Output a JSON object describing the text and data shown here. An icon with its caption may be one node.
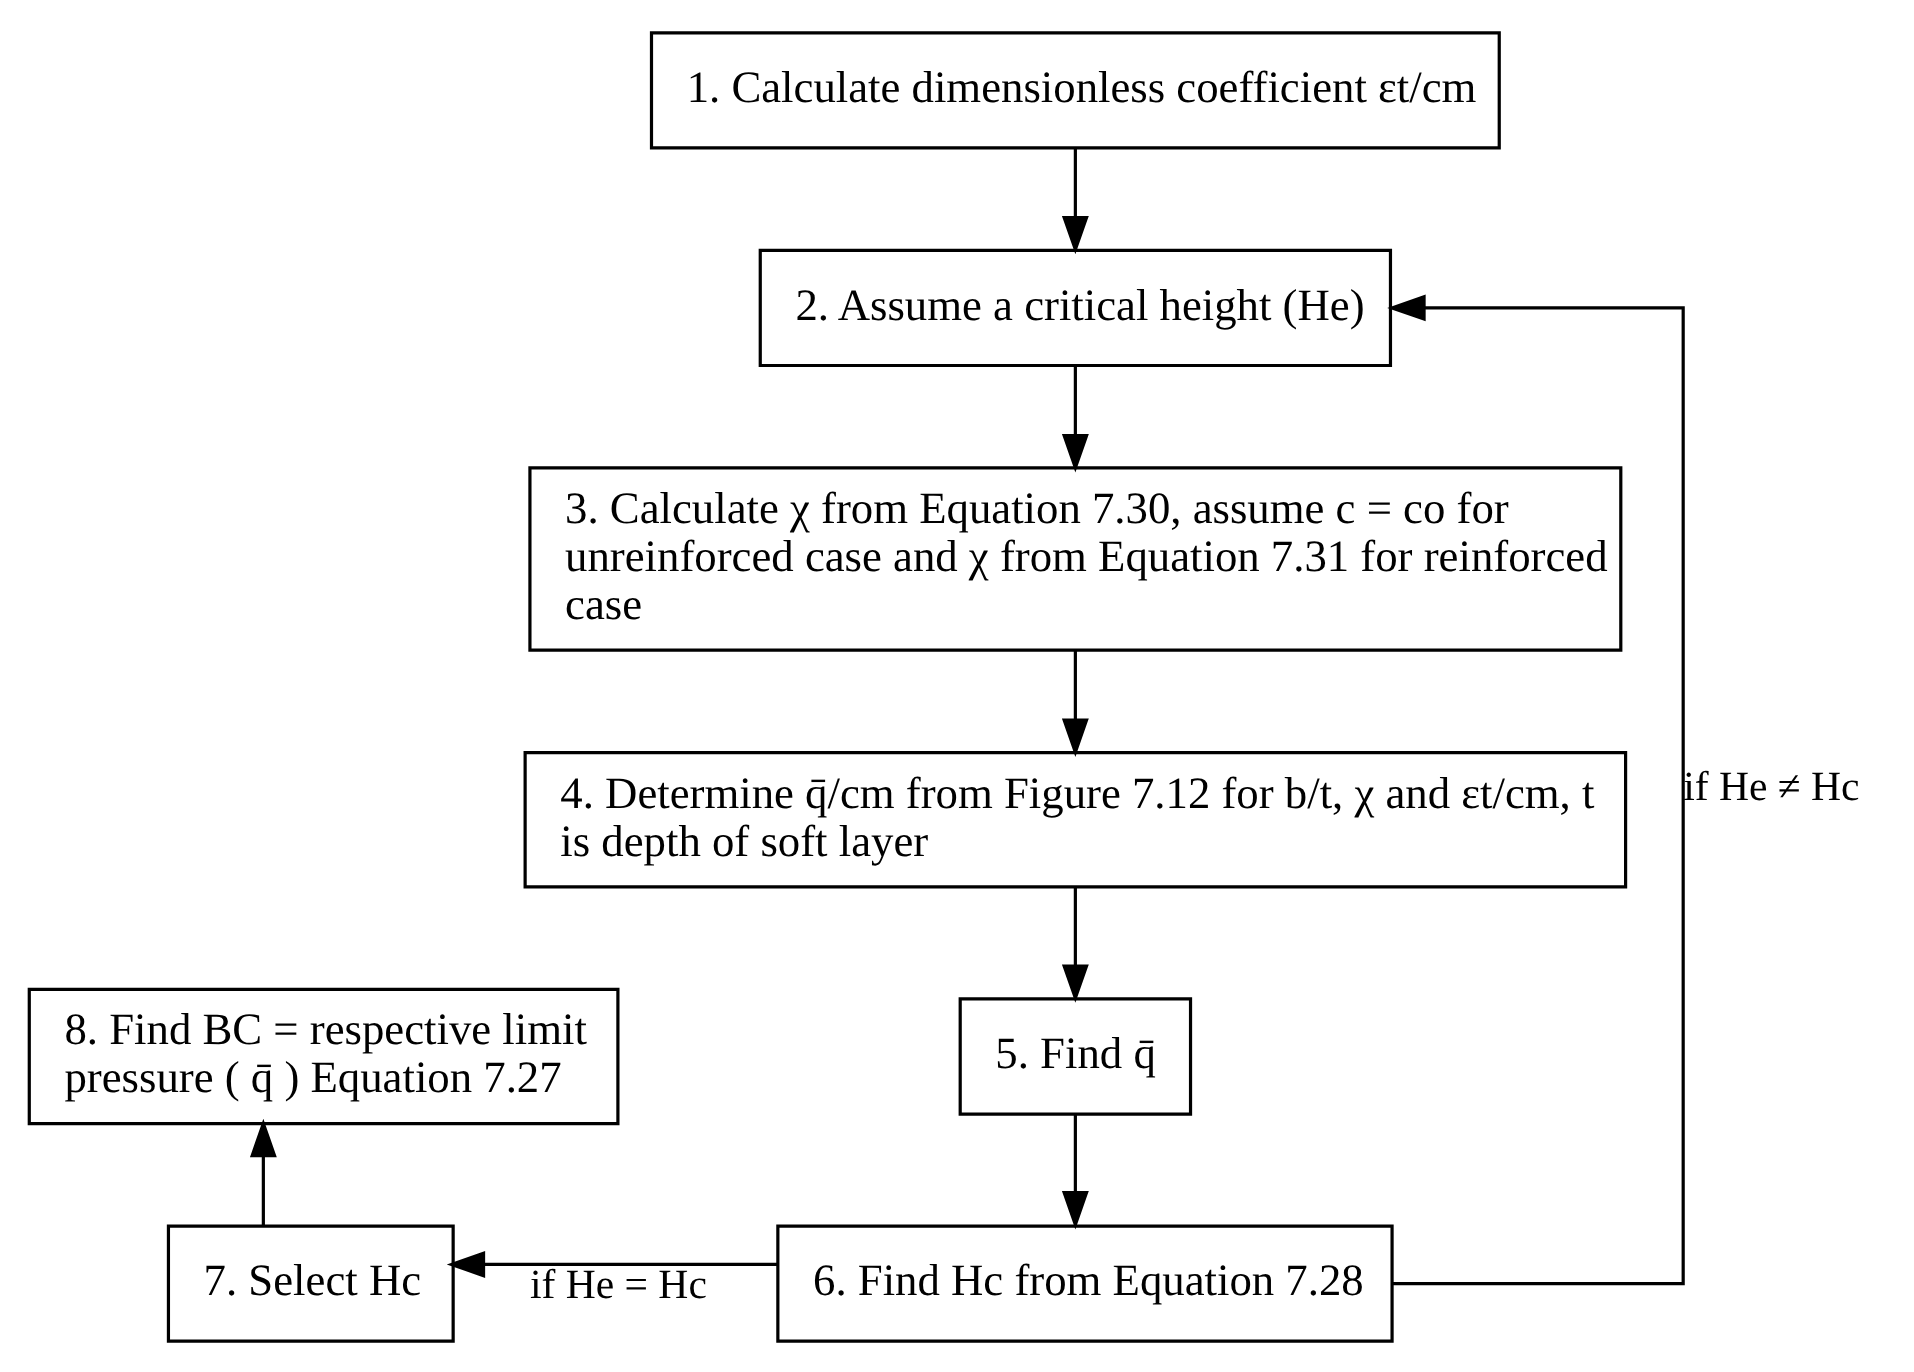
{
  "diagram": {
    "nodes": [
      {
        "text": [
          "1. Calculate dimensionless coefficient εt/cm"
        ]
      },
      {
        "text": [
          "2. Assume a critical height (He)"
        ]
      },
      {
        "text": [
          "3. Calculate χ from Equation 7.30, assume c = co for unreinforced case and χ from Equation 7.31 for reinforced case"
        ]
      },
      {
        "text": [
          "4. Determine q̄/cm from Figure 7.12 for b/t, χ and εt/cm, t is depth of soft layer"
        ]
      },
      {
        "text": [
          "5. Find q̄"
        ]
      },
      {
        "text": [
          "6. Find Hc from Equation 7.28"
        ]
      },
      {
        "text": [
          "7. Select Hc"
        ]
      },
      {
        "text": [
          "8. Find BC = respective limit pressure ( q̄ ) Equation 7.27"
        ]
      }
    ],
    "edges": [
      {
        "from": 0,
        "to": 1,
        "arrow": "to"
      },
      {
        "from": 1,
        "to": 2,
        "arrow": "to"
      },
      {
        "from": 2,
        "to": 3,
        "arrow": "to"
      },
      {
        "from": 3,
        "to": 4,
        "arrow": "to"
      },
      {
        "from": 4,
        "to": 5,
        "arrow": "to"
      },
      {
        "from": 5,
        "to": 6,
        "arrow": "to",
        "label": "if He = Hc"
      },
      {
        "from": 5,
        "to": 1,
        "arrow": "to",
        "label": "if He ≠ Hc"
      },
      {
        "from": 6,
        "to": 7,
        "arrow": "to"
      }
    ]
  }
}
